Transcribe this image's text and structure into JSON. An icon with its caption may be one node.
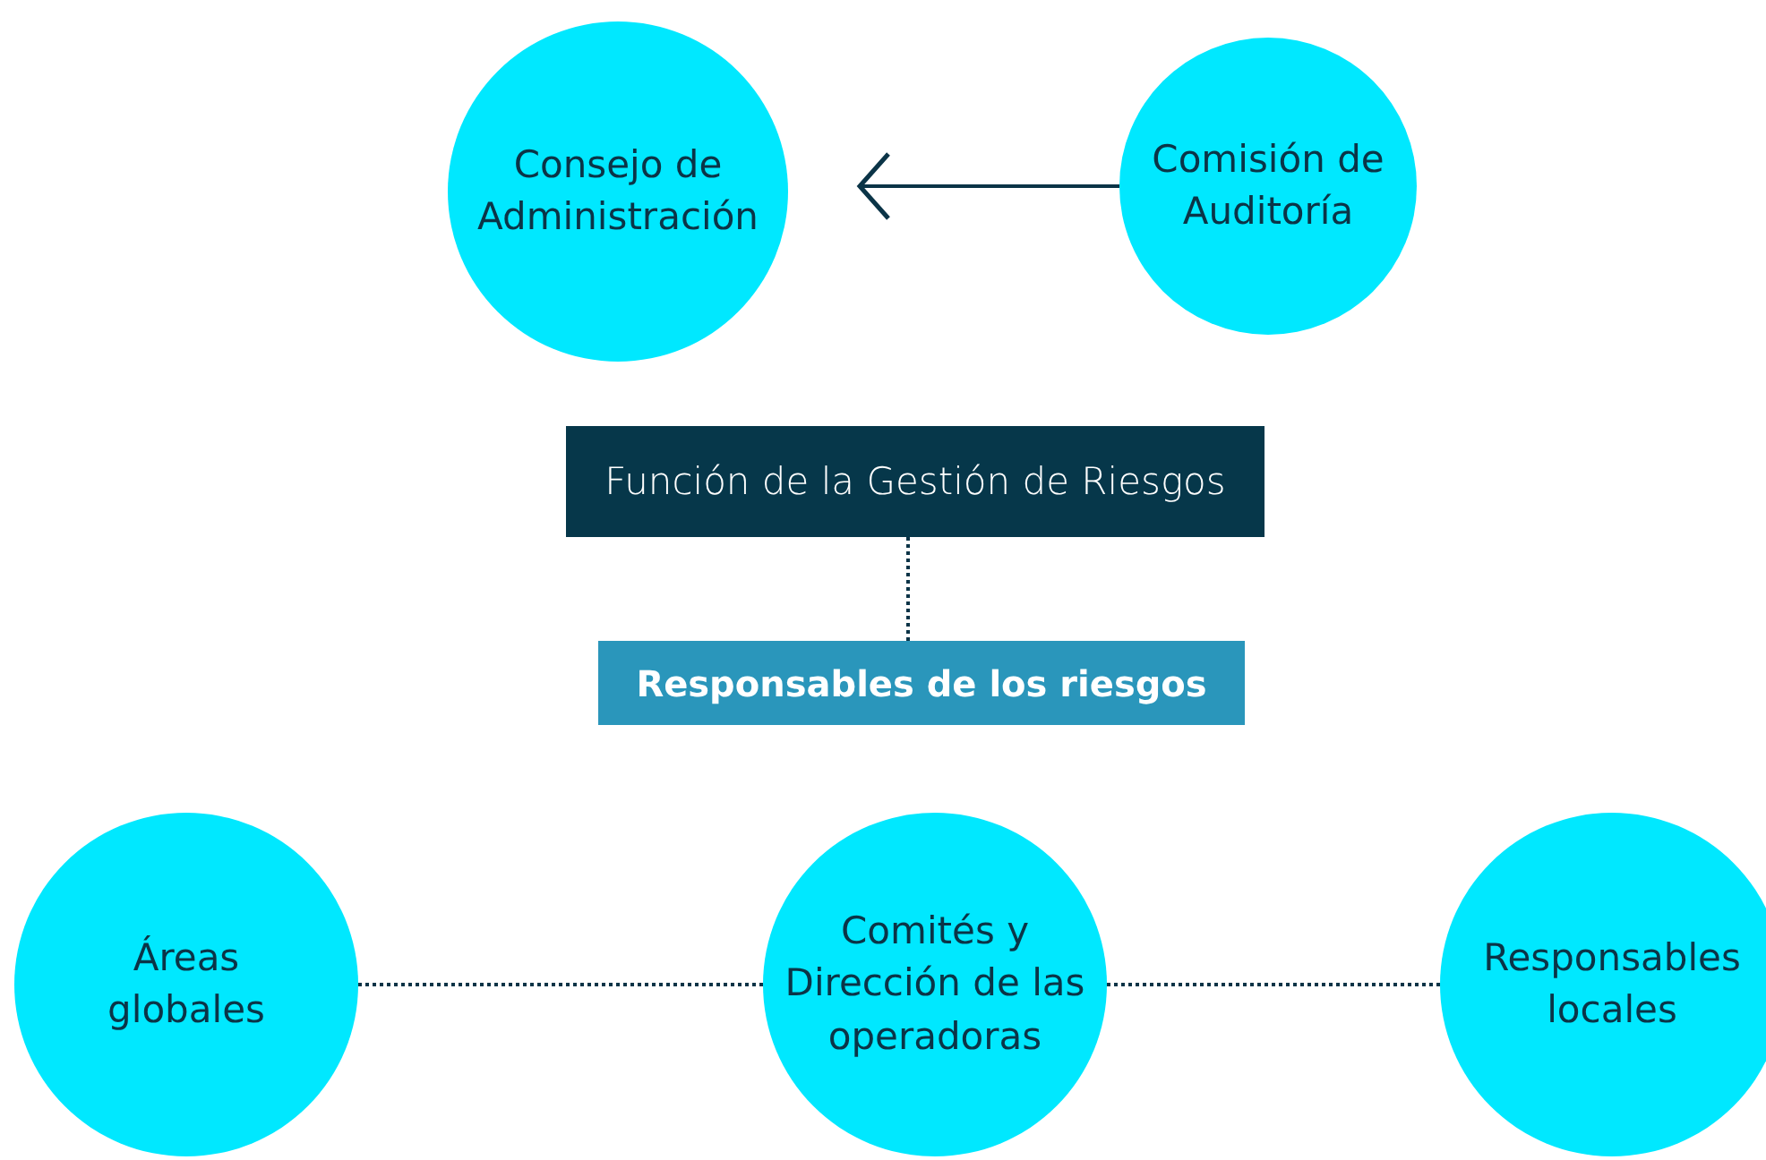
{
  "diagram": {
    "nodes": [
      {
        "text": [
          "Consejo de Administración"
        ]
      },
      {
        "text": [
          "Comisión de Auditoría"
        ]
      },
      {
        "text": [
          "Función de la Gestión de Riesgos"
        ]
      },
      {
        "text": [
          "Responsables de los riesgos"
        ]
      },
      {
        "text": [
          "Áreas globales"
        ]
      },
      {
        "text": [
          "Comités y Dirección de las operadoras"
        ]
      },
      {
        "text": [
          "Responsables locales"
        ]
      }
    ],
    "edges": [
      {
        "from": 1,
        "to": 0,
        "arrow": "to"
      },
      {
        "from": 2,
        "to": 3,
        "arrow": "none",
        "style": "dashed"
      },
      {
        "from": 4,
        "to": 5,
        "arrow": "none",
        "style": "dashed"
      },
      {
        "from": 5,
        "to": 6,
        "arrow": "none",
        "style": "dashed"
      }
    ]
  }
}
